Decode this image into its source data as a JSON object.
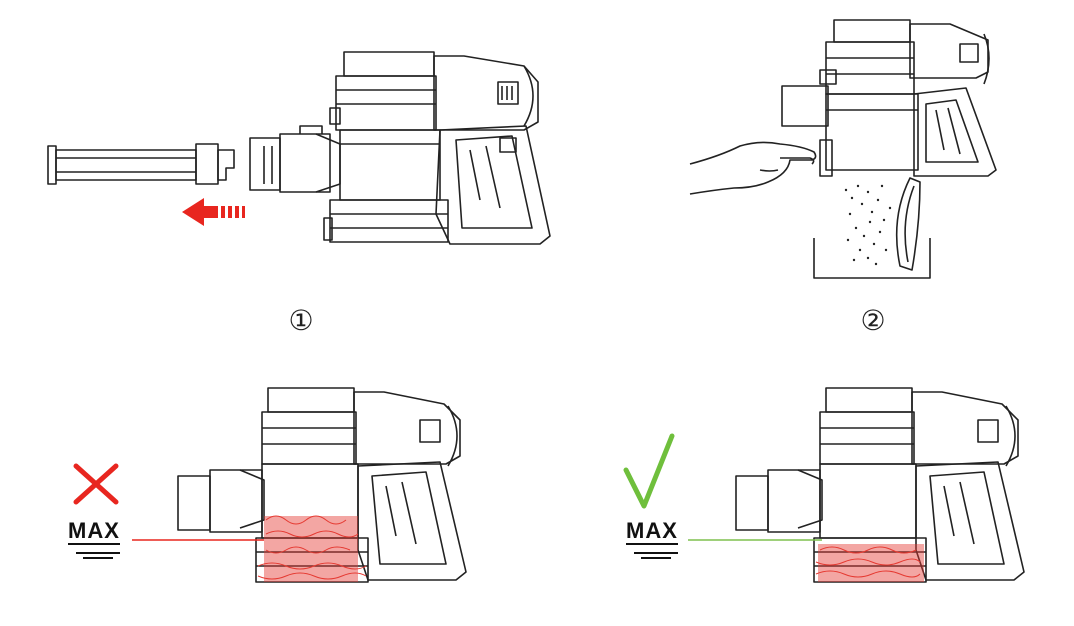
{
  "steps": {
    "one": "①",
    "two": "②"
  },
  "max_left": {
    "label": "MAX",
    "status_icon": "cross-icon",
    "status_color": "#e8261f",
    "line_color": "#e8261f"
  },
  "max_right": {
    "label": "MAX",
    "status_icon": "check-icon",
    "status_color": "#6fbf3c",
    "line_color": "#7fc04f"
  },
  "colors": {
    "arrow": "#e8261f",
    "dust": "#e53a32"
  }
}
